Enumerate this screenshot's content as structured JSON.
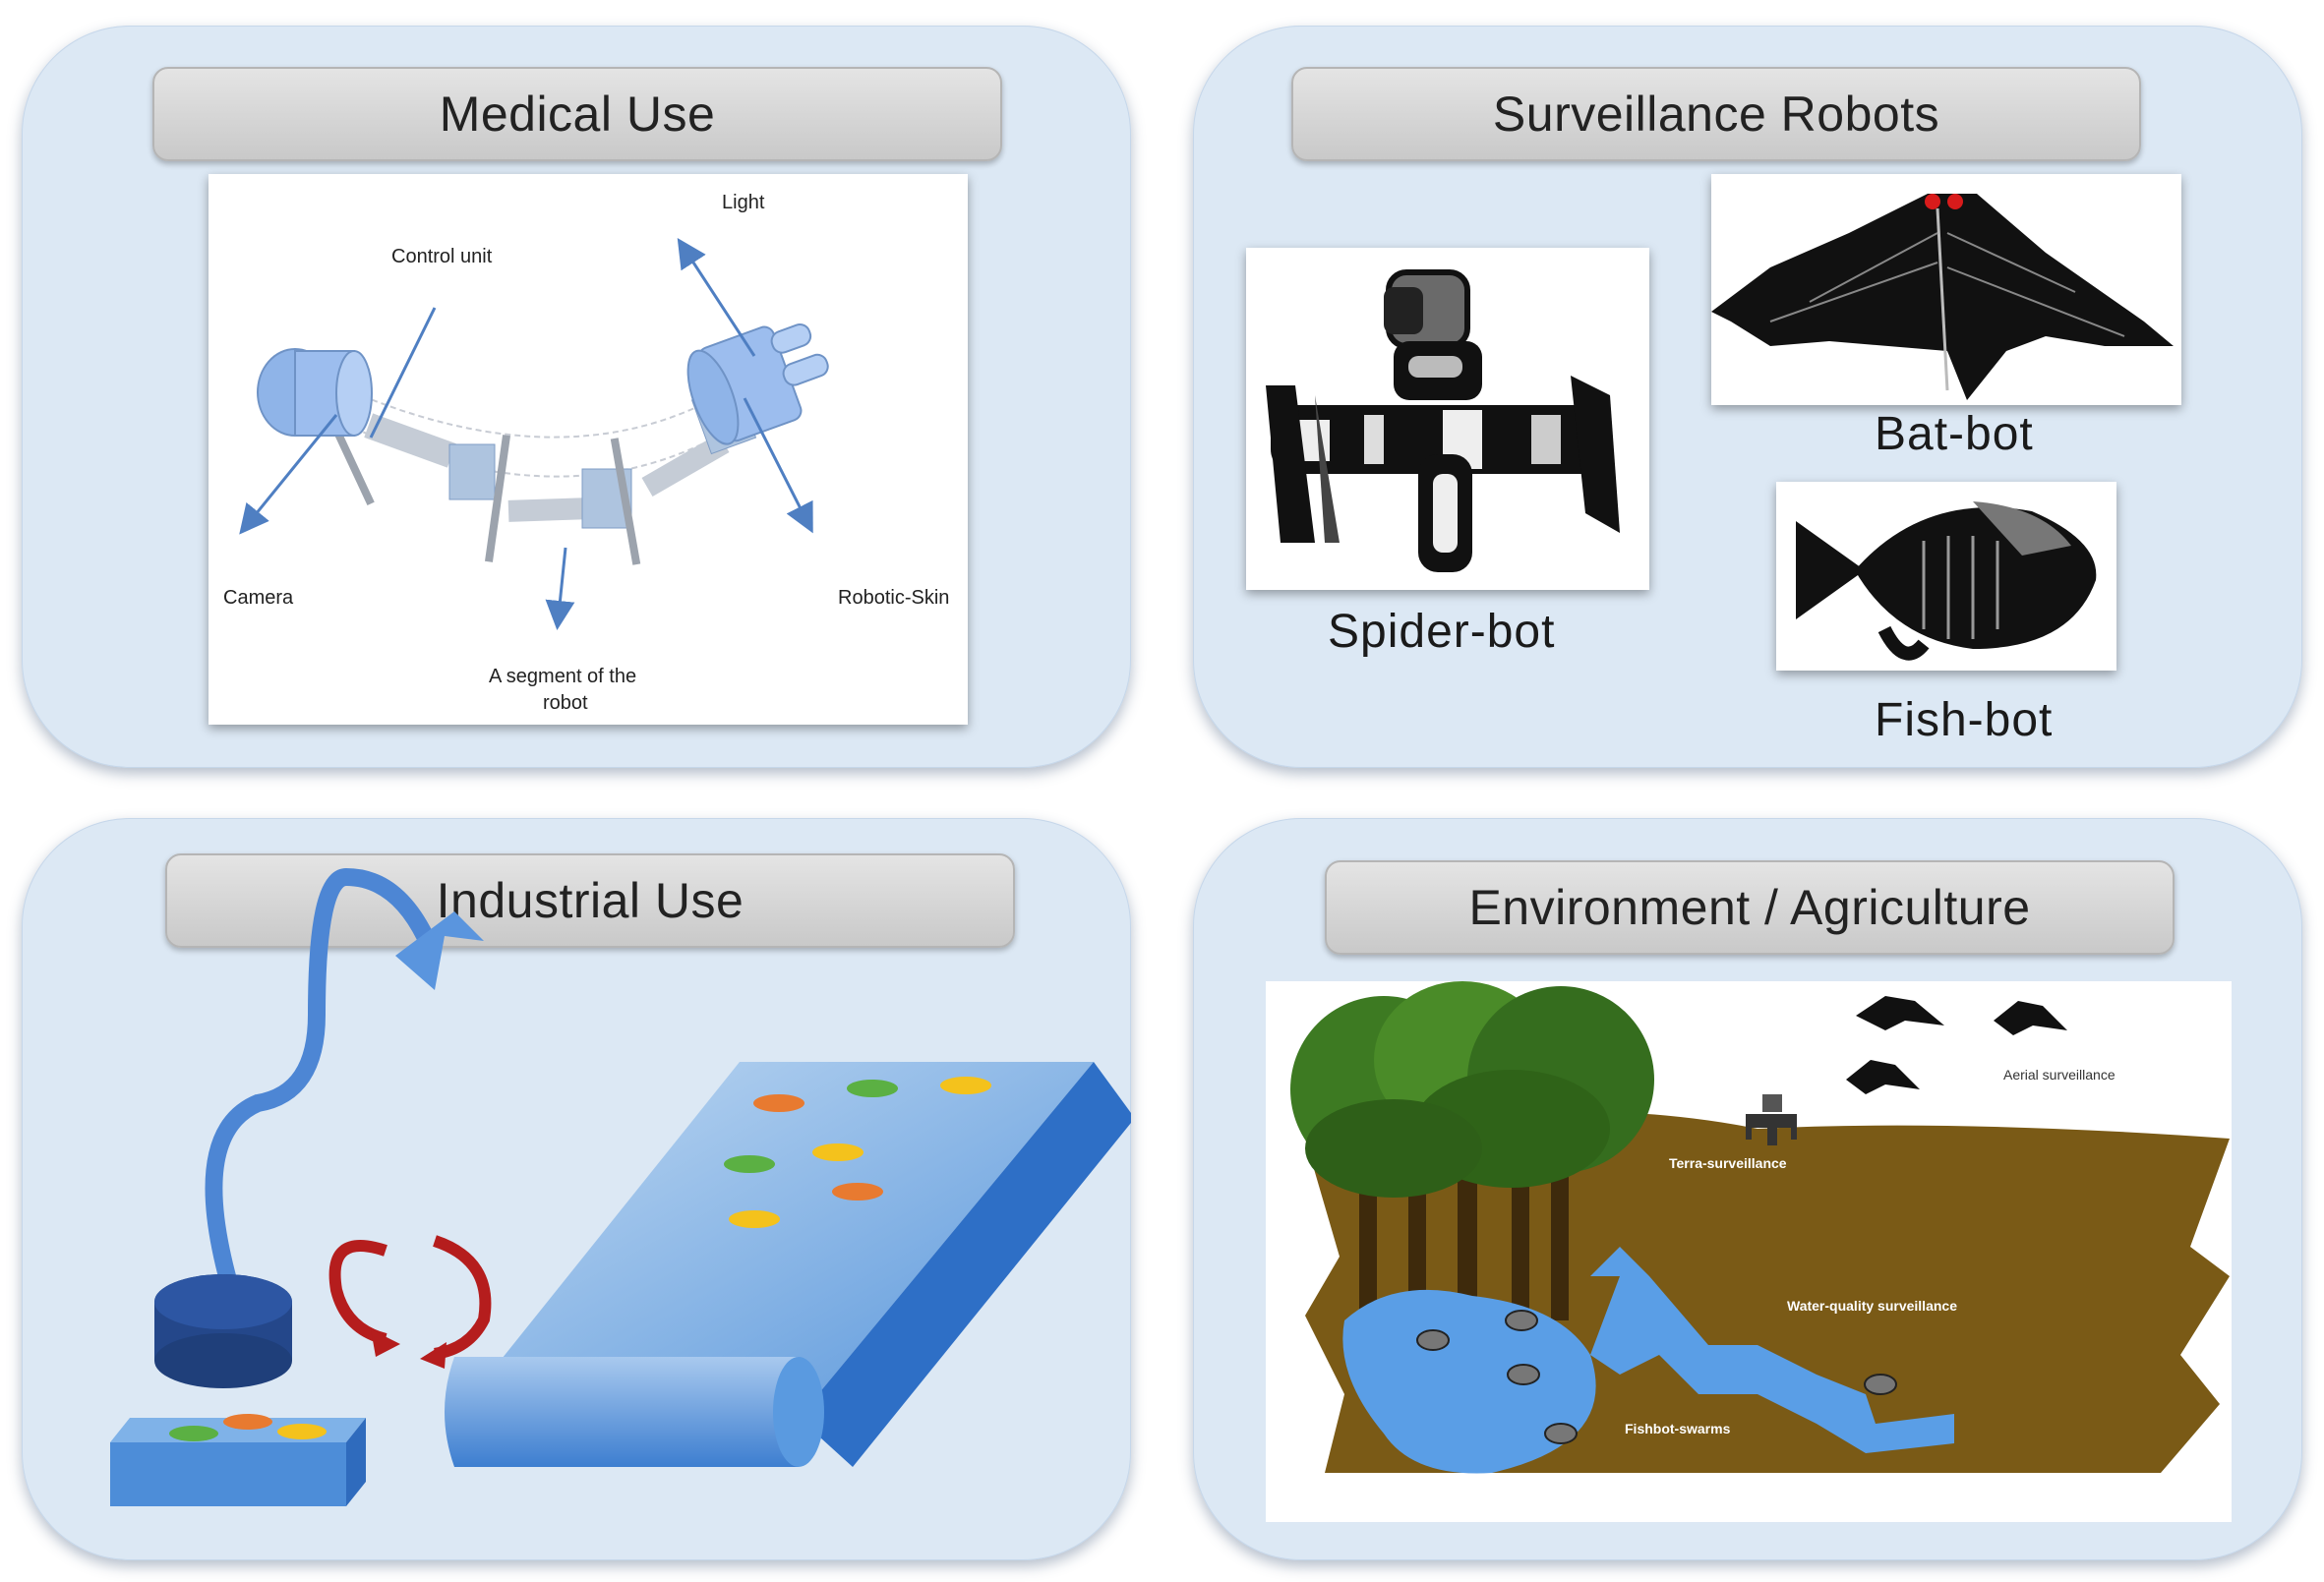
{
  "panels": {
    "medical": {
      "title": "Medical Use",
      "labels": {
        "light": "Light",
        "control_unit": "Control unit",
        "camera": "Camera",
        "segment": "A segment of the robot",
        "segment_line1": "A segment of the",
        "segment_line2": "robot",
        "robotic_skin": "Robotic-Skin"
      }
    },
    "surveillance": {
      "title": "Surveillance Robots",
      "spider": "Spider-bot",
      "bat": "Bat-bot",
      "fish": "Fish-bot"
    },
    "industrial": {
      "title": "Industrial Use"
    },
    "environment": {
      "title": "Environment / Agriculture",
      "labels": {
        "aerial": "Aerial surveillance",
        "terra": "Terra-surveillance",
        "water": "Water-quality surveillance",
        "fishbot": "Fishbot-swarms"
      }
    }
  },
  "colors": {
    "panel_bg": "#dce8f4",
    "title_bg": "#d4d4d4",
    "robot_blue": "#8fb4e8",
    "conveyor_blue": "#3f86d6",
    "soil": "#7a5a16",
    "water": "#5a9ee6",
    "tree_green": "#3d7a22"
  }
}
